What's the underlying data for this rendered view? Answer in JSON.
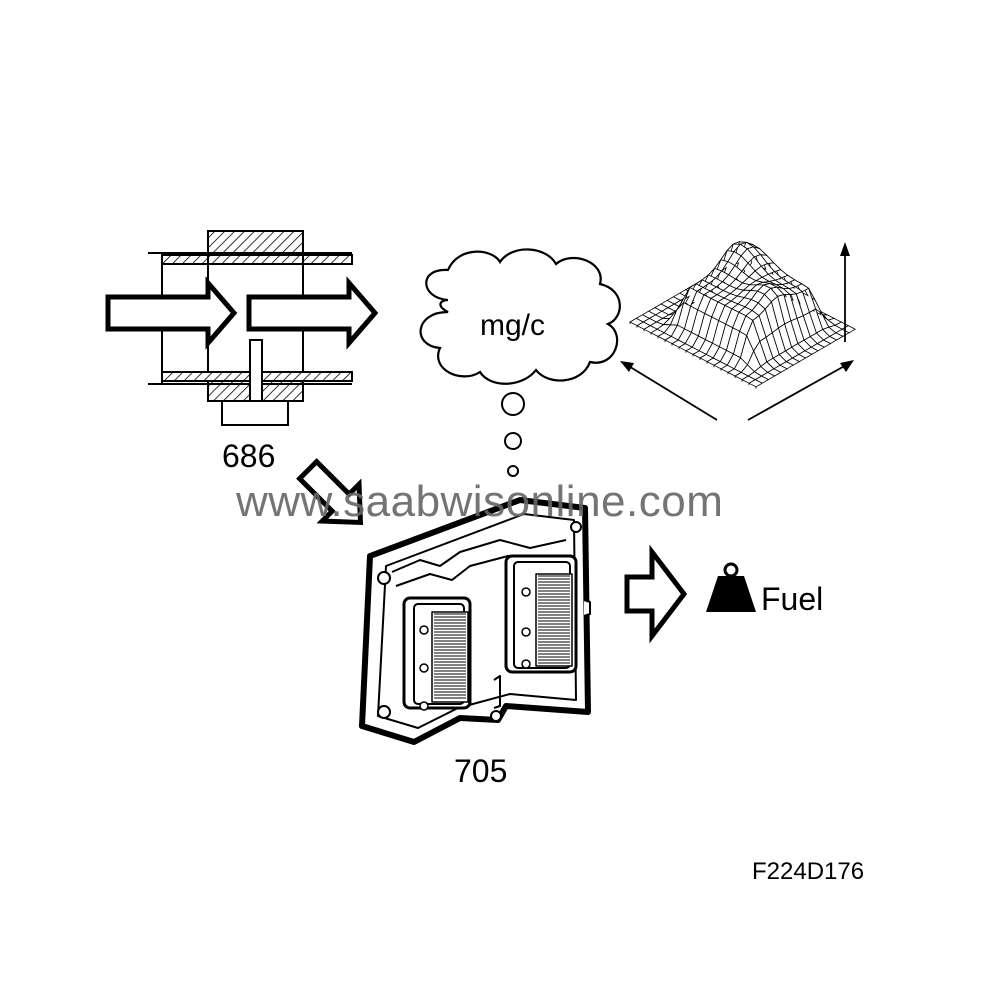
{
  "labels": {
    "sensor_number": "686",
    "cloud_text": "mg/c",
    "ecu_number": "705",
    "fuel_label": "Fuel",
    "figure_code": "F224D176"
  },
  "watermark": "www.saabwisonline.com",
  "icons": {
    "airflow_arrow": "hollow-arrow-right",
    "input_arrow": "hollow-arrow-down-right",
    "output_arrow": "hollow-arrow-right",
    "weight": "weight-icon",
    "map": "3d-engine-map-surface",
    "ecu": "control-module"
  },
  "colors": {
    "line": "#000000",
    "background": "#ffffff",
    "watermark": "#666666"
  }
}
